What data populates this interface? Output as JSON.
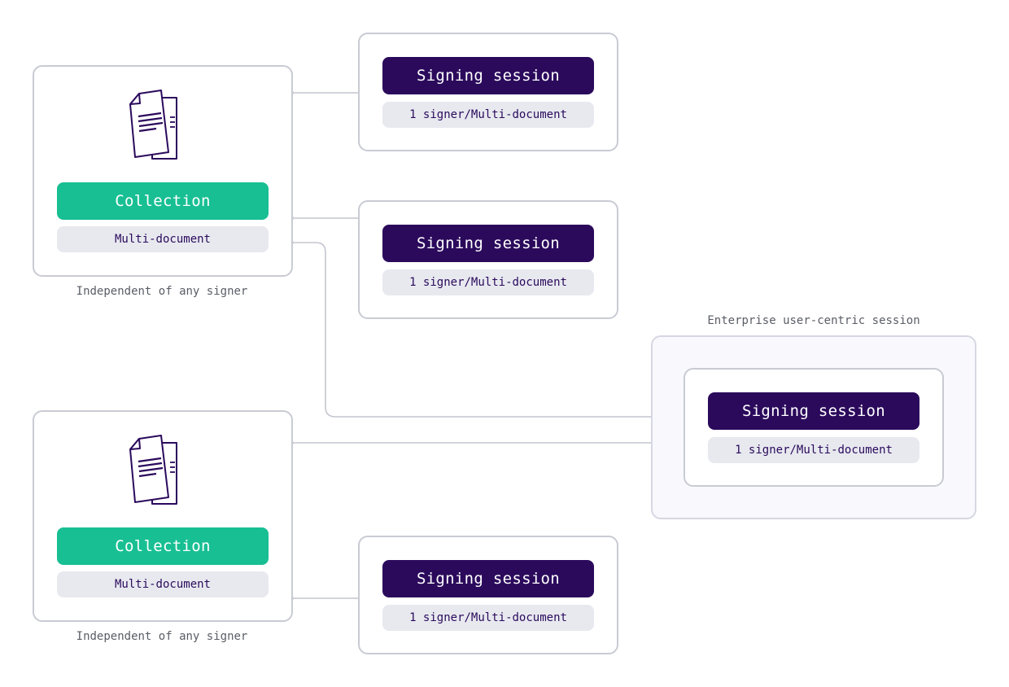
{
  "colors": {
    "session_title_bg": "#2b0a5c",
    "collection_title_bg": "#18bf93",
    "sub_label_bg": "#e7e9ef",
    "border": "#c9cbd3",
    "connector": "#c4c6cf",
    "icon_stroke": "#2b0a5c"
  },
  "collections": [
    {
      "icon": "document-stack-icon",
      "title": "Collection",
      "subtitle": "Multi-document",
      "caption": "Independent of any signer"
    },
    {
      "icon": "document-stack-icon",
      "title": "Collection",
      "subtitle": "Multi-document",
      "caption": "Independent of any signer"
    }
  ],
  "sessions": [
    {
      "title": "Signing session",
      "subtitle": "1 signer/Multi-document"
    },
    {
      "title": "Signing session",
      "subtitle": "1 signer/Multi-document"
    },
    {
      "title": "Signing session",
      "subtitle": "1 signer/Multi-document"
    },
    {
      "title": "Signing session",
      "subtitle": "1 signer/Multi-document"
    }
  ],
  "enterprise_group": {
    "label": "Enterprise user-centric session"
  }
}
